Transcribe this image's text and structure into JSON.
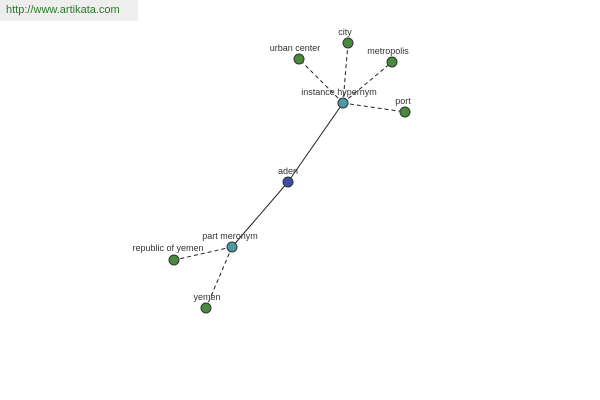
{
  "watermark": {
    "text": "http://www.artikata.com"
  },
  "colors": {
    "center_node": "#3a4fa8",
    "relation_node": "#4a9aa8",
    "leaf_node": "#4a8a3e"
  },
  "graph": {
    "nodes": [
      {
        "id": "aden",
        "label": "aden",
        "kind": "center"
      },
      {
        "id": "instance_hypernym",
        "label": "instance hypernym",
        "kind": "relation"
      },
      {
        "id": "part_meronym",
        "label": "part meronym",
        "kind": "relation"
      },
      {
        "id": "urban_center",
        "label": "urban center",
        "kind": "leaf"
      },
      {
        "id": "city",
        "label": "city",
        "kind": "leaf"
      },
      {
        "id": "metropolis",
        "label": "metropolis",
        "kind": "leaf"
      },
      {
        "id": "port",
        "label": "port",
        "kind": "leaf"
      },
      {
        "id": "republic_of_yemen",
        "label": "republic of yemen",
        "kind": "leaf"
      },
      {
        "id": "yemen",
        "label": "yemen",
        "kind": "leaf"
      }
    ],
    "edges": [
      {
        "from": "aden",
        "to": "instance_hypernym",
        "style": "solid"
      },
      {
        "from": "aden",
        "to": "part_meronym",
        "style": "solid"
      },
      {
        "from": "instance_hypernym",
        "to": "urban_center",
        "style": "dashed"
      },
      {
        "from": "instance_hypernym",
        "to": "city",
        "style": "dashed"
      },
      {
        "from": "instance_hypernym",
        "to": "metropolis",
        "style": "dashed"
      },
      {
        "from": "instance_hypernym",
        "to": "port",
        "style": "dashed"
      },
      {
        "from": "part_meronym",
        "to": "republic_of_yemen",
        "style": "dashed"
      },
      {
        "from": "part_meronym",
        "to": "yemen",
        "style": "dashed"
      }
    ]
  }
}
